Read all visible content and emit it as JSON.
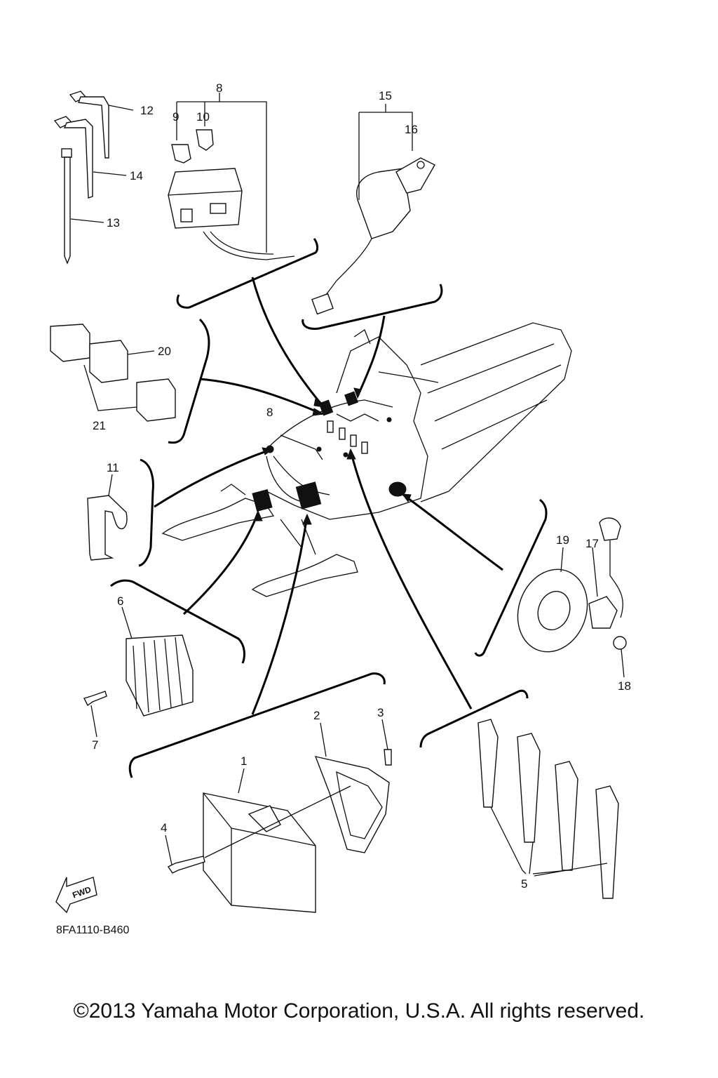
{
  "labels": {
    "p1": "1",
    "p2": "2",
    "p3": "3",
    "p4": "4",
    "p5": "5",
    "p6": "6",
    "p7": "7",
    "p8": "8",
    "p8b": "8",
    "p9": "9",
    "p10": "10",
    "p11": "11",
    "p12": "12",
    "p13": "13",
    "p14": "14",
    "p15": "15",
    "p16": "16",
    "p17": "17",
    "p18": "18",
    "p19": "19",
    "p20": "20",
    "p21": "21"
  },
  "fwd": "FWD",
  "diagram_code": "8FA1110-B460",
  "copyright": "©2013 Yamaha Motor Corporation, U.S.A. All rights reserved."
}
